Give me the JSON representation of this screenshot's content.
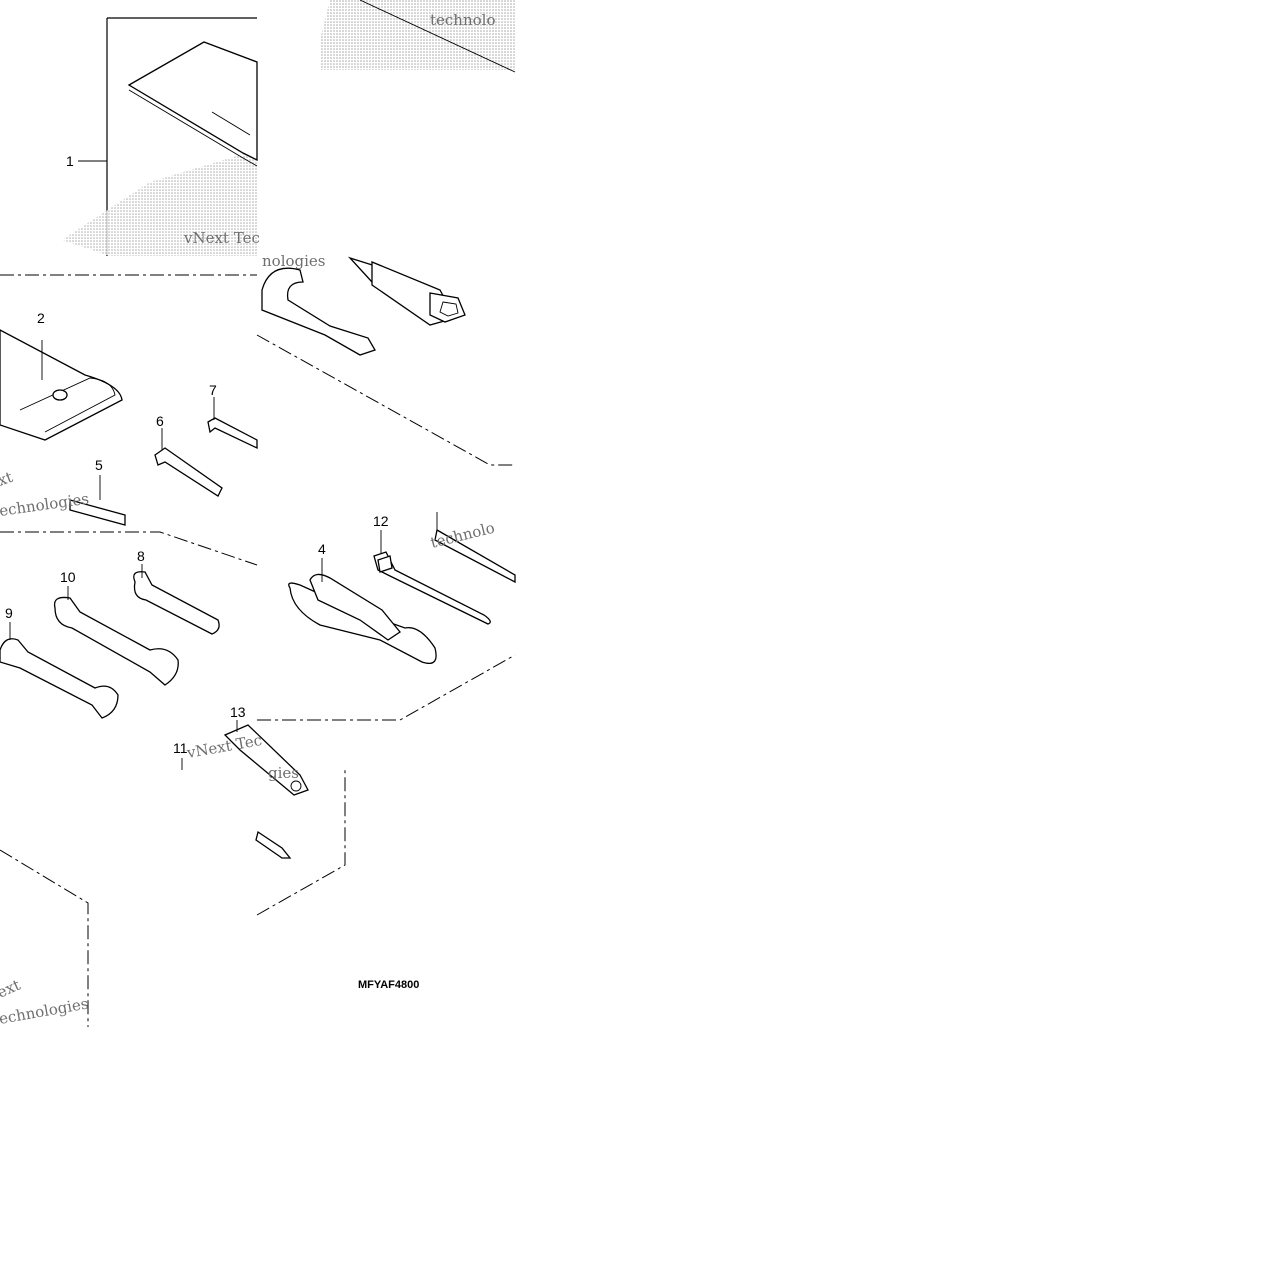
{
  "callouts": {
    "c1": "1",
    "c2": "2",
    "c4": "4",
    "c5": "5",
    "c6": "6",
    "c7": "7",
    "c8": "8",
    "c9": "9",
    "c10": "10",
    "c11": "11",
    "c12": "12",
    "c13": "13"
  },
  "diagram_code": "MFYAF4800",
  "watermark": {
    "line1": "vNext",
    "line2": "Technologies",
    "line3": "vNext Tec",
    "frag1": "nologies",
    "frag2": "technolo",
    "frag3": "xt",
    "frag4": "echnologies",
    "frag5": "technolo",
    "frag6": "ext",
    "frag7": "gies"
  },
  "colors": {
    "ink": "#000000",
    "screen": "#9a9a9a",
    "watermark": "#6f6f6f"
  }
}
